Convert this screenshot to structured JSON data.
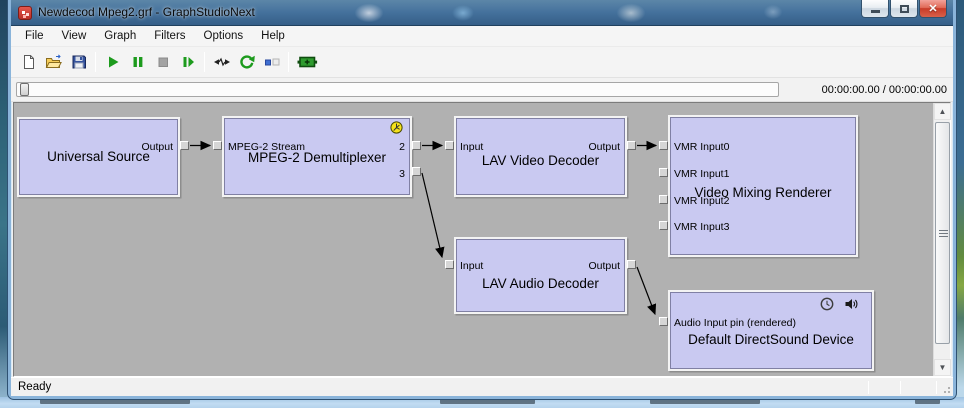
{
  "window": {
    "title": "Newdecod Mpeg2.grf - GraphStudioNext",
    "controls": [
      "minimize",
      "maximize",
      "close"
    ]
  },
  "menu": {
    "items": [
      "File",
      "View",
      "Graph",
      "Filters",
      "Options",
      "Help"
    ]
  },
  "toolbar": {
    "buttons": [
      "new-file",
      "open-file",
      "save-file",
      "play",
      "pause",
      "stop",
      "step-one-frame",
      "connect-pins",
      "refresh-graph",
      "disconnect",
      "insert-filter"
    ]
  },
  "seek": {
    "time": "00:00:00.00 / 00:00:00.00"
  },
  "graph": {
    "filters": {
      "us": {
        "name": "Universal Source",
        "pins": {
          "output": "Output"
        }
      },
      "demux": {
        "name": "MPEG-2 Demultiplexer",
        "pins": {
          "input": "MPEG-2 Stream",
          "out2": "2",
          "out3": "3"
        },
        "badges": [
          "clock"
        ]
      },
      "lav_video": {
        "name": "LAV Video Decoder",
        "pins": {
          "input": "Input",
          "output": "Output"
        }
      },
      "vmr": {
        "name": "Video Mixing Renderer",
        "pins": [
          "VMR Input0",
          "VMR Input1",
          "VMR Input2",
          "VMR Input3"
        ]
      },
      "lav_audio": {
        "name": "LAV Audio Decoder",
        "pins": {
          "input": "Input",
          "output": "Output"
        }
      },
      "directsound": {
        "name": "Default DirectSound Device",
        "pins": {
          "input": "Audio Input pin (rendered)"
        },
        "badges": [
          "clock",
          "speaker"
        ]
      }
    },
    "connections": [
      "Universal Source.Output -> MPEG-2 Demultiplexer.MPEG-2 Stream",
      "MPEG-2 Demultiplexer.2 -> LAV Video Decoder.Input",
      "MPEG-2 Demultiplexer.3 -> LAV Audio Decoder.Input",
      "LAV Video Decoder.Output -> Video Mixing Renderer.VMR Input0",
      "LAV Audio Decoder.Output -> Default DirectSound Device.Audio Input pin (rendered)"
    ]
  },
  "statusbar": {
    "text": "Ready"
  },
  "colors": {
    "titlebar_blue": "#44719c",
    "filter_fill": "#c9c9f1",
    "canvas_gray": "#b1b1b1",
    "toolbar_green": "#1d9b1d",
    "close_red": "#c83b28",
    "clock_yellow": "#f5e11c"
  }
}
